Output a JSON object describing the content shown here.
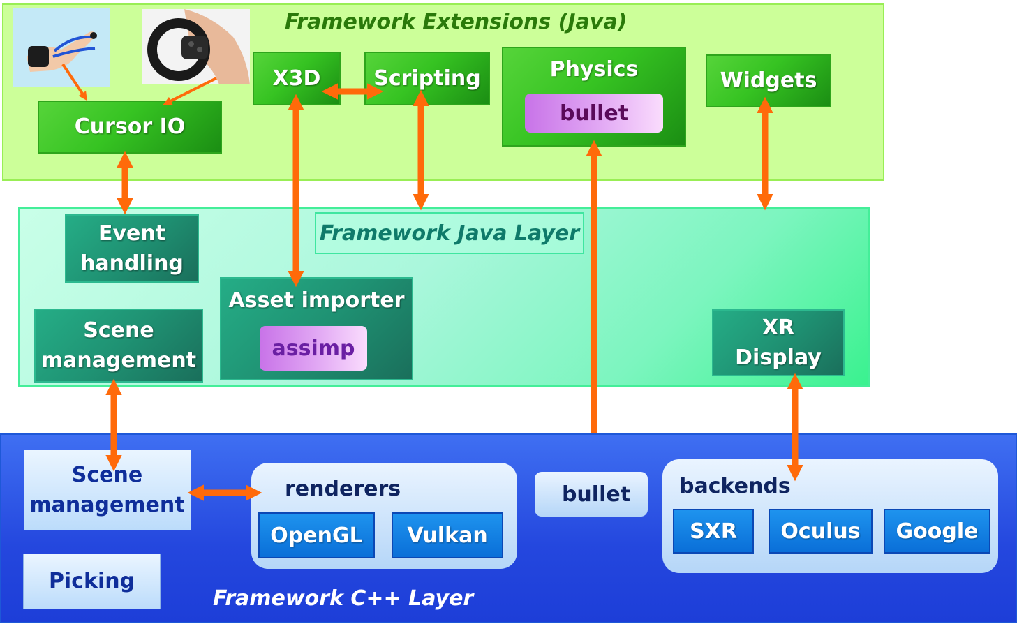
{
  "extensions_layer": {
    "title": "Framework Extensions (Java)",
    "boxes": {
      "cursor_io": "Cursor IO",
      "x3d": "X3D",
      "scripting": "Scripting",
      "physics": "Physics",
      "physics_lib": "bullet",
      "widgets": "Widgets"
    }
  },
  "java_layer": {
    "title": "Framework Java Layer",
    "boxes": {
      "event_handling": [
        "Event",
        "handling"
      ],
      "scene_management": [
        "Scene",
        "management"
      ],
      "asset_importer": "Asset importer",
      "asset_lib": "assimp",
      "xr_display": [
        "XR",
        "Display"
      ]
    }
  },
  "cpp_layer": {
    "title": "Framework C++ Layer",
    "scene_management": [
      "Scene",
      "management"
    ],
    "picking": "Picking",
    "renderers": {
      "label": "renderers",
      "items": [
        "OpenGL",
        "Vulkan"
      ]
    },
    "bullet": "bullet",
    "backends": {
      "label": "backends",
      "items": [
        "SXR",
        "Oculus",
        "Google"
      ]
    }
  },
  "colors": {
    "arrow": "#ff6a0a",
    "extensions_bg": "#ccff99",
    "java_bg": "#aaf7dc",
    "cpp_bg": "#2447de",
    "green_box": "#36c322",
    "teal_box": "#1f9273",
    "purple_chip": "#d98ff0",
    "blue_button": "#0a6fd8"
  },
  "images": [
    {
      "name": "glove-device-photo"
    },
    {
      "name": "vr-controller-photo"
    }
  ]
}
